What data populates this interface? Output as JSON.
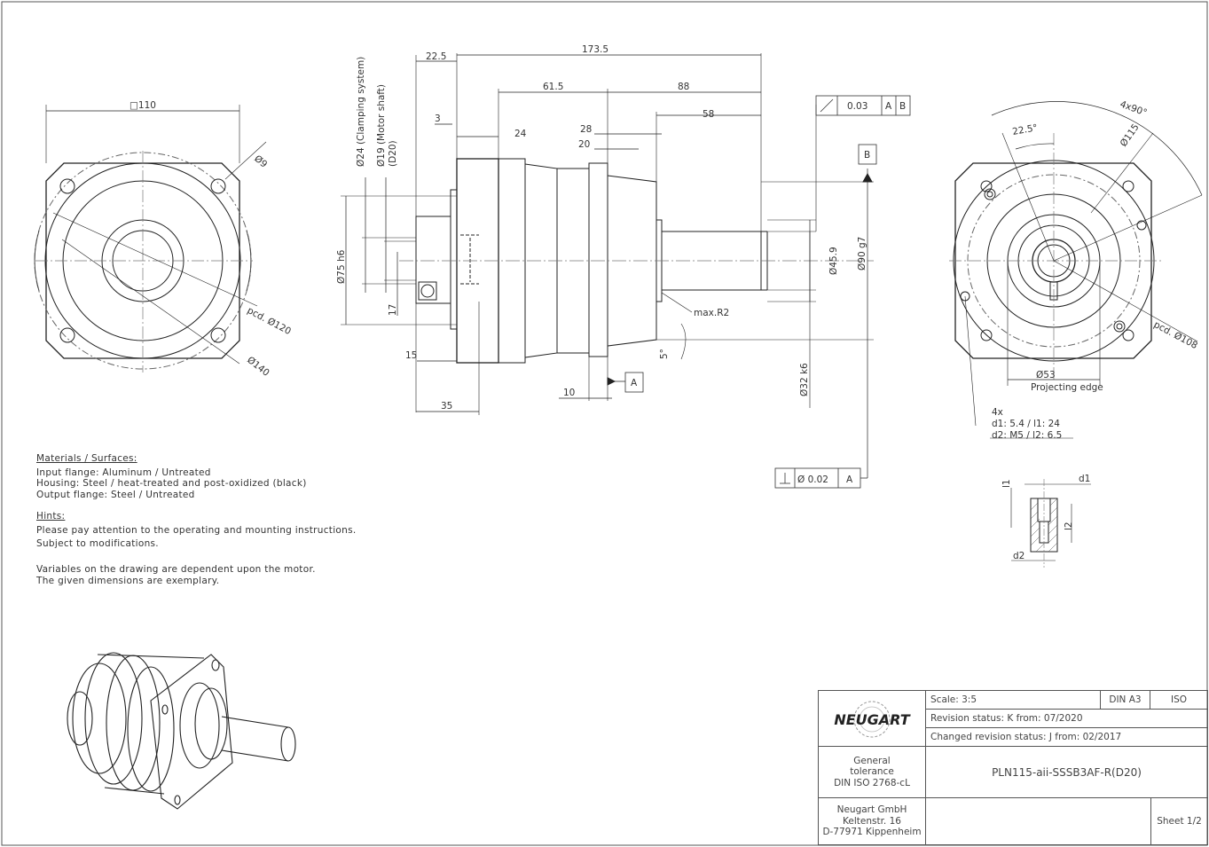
{
  "views": {
    "left": {
      "square": "□110",
      "hole": "Ø9",
      "pcd": "pcd. Ø120",
      "outer": "Ø140"
    },
    "center": {
      "d173": "173.5",
      "d22": "22.5",
      "d61": "61.5",
      "d88": "88",
      "d3": "3",
      "d24": "24",
      "d28": "28",
      "d20": "20",
      "d58": "58",
      "d15": "15",
      "d35": "35",
      "d10": "10",
      "d17": "17",
      "v_clamp": "Ø24  (Clamping system)",
      "v_motor": "Ø19  (Motor shaft)",
      "v_d20": "(D20)",
      "v75": "Ø75 h6",
      "v45": "Ø45.9",
      "v90": "Ø90 g7",
      "v32": "Ø32 k6",
      "angle5": "5°",
      "maxr": "max.R2",
      "datum_b": "B",
      "datum_a": "A",
      "fc1_val": "0.03",
      "fc1_a": "A",
      "fc1_b": "B",
      "fc2_val": "Ø 0.02",
      "fc2_a": "A"
    },
    "right": {
      "ang4": "4x90°",
      "ang22": "22.5°",
      "d115": "Ø115",
      "pcd108": "pcd. Ø108",
      "d53": "Ø53",
      "proj": "Projecting edge",
      "n4x": "4x",
      "d1": "d1: 5.4  /  l1: 24",
      "d2": "d2: M5  /  l2: 6.5"
    },
    "detail": {
      "d1": "d1",
      "d2": "d2",
      "l1": "l1",
      "l2": "l2"
    }
  },
  "notes": {
    "materials_heading": "Materials / Surfaces:",
    "materials": [
      "Input flange: Aluminum / Untreated",
      "Housing: Steel / heat-treated and post-oxidized (black)",
      "Output flange: Steel / Untreated"
    ],
    "hints_heading": "Hints:",
    "hints": [
      "Please pay attention to the operating and mounting instructions.",
      "Subject to modifications."
    ],
    "variables": [
      "Variables on the drawing are dependent upon the motor.",
      "The given dimensions are exemplary."
    ]
  },
  "title_block": {
    "logo": "NEUGART",
    "scale": "Scale: 3:5",
    "format": "DIN A3",
    "standard": "ISO",
    "revision": "Revision status: K   from: 07/2020",
    "changed": "Changed revision status: J   from: 02/2017",
    "tolerance": [
      "General",
      "tolerance",
      "DIN ISO 2768-cL"
    ],
    "part": "PLN115-aii-SSSB3AF-R(D20)",
    "company": [
      "Neugart GmbH",
      "Keltenstr. 16",
      "D-77971 Kippenheim"
    ],
    "sheet": "Sheet 1/2"
  }
}
